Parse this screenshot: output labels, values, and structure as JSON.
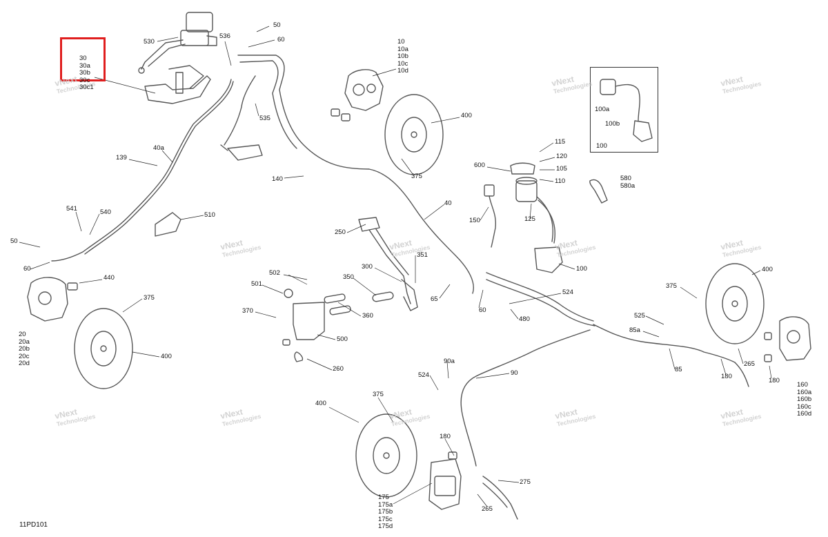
{
  "diagram": {
    "id_label": "11PD101",
    "highlight_color": "#e01e1e",
    "watermark": {
      "line1": "vNext",
      "line2": "Technologies",
      "color": "#c8c8c8"
    },
    "callouts": {
      "c30": "30\n30a\n30b\n30c\n30c1",
      "c530": "530",
      "c536": "536",
      "c50a": "50",
      "c60a": "60",
      "c535": "535",
      "c10": "10\n10a\n10b\n10c\n10d",
      "c400a": "400",
      "c375a": "375",
      "c100a": "100a",
      "c100b": "100b",
      "c100": "100",
      "c139": "139",
      "c40a": "40a",
      "c140": "140",
      "c115": "115",
      "c120": "120",
      "c105": "105",
      "c110": "110",
      "c600": "600",
      "c580": "580\n580a",
      "c40": "40",
      "c150": "150",
      "c125": "125",
      "c100c": "100",
      "c541": "541",
      "c540": "540",
      "c510": "510",
      "c50b": "50",
      "c60b": "60",
      "c250": "250",
      "c300": "300",
      "c351": "351",
      "c350": "350",
      "c65": "65",
      "c60c": "60",
      "c502": "502",
      "c501": "501",
      "c440": "440",
      "c375b": "375",
      "c20": "20\n20a\n20b\n20c\n20d",
      "c400b": "400",
      "c370": "370",
      "c360": "360",
      "c500": "500",
      "c260": "260",
      "c524a": "524",
      "c480": "480",
      "c375c": "375",
      "c400c": "400",
      "c525": "525",
      "c85a": "85a",
      "c85": "85",
      "c265a": "265",
      "c180a": "180",
      "c180b": "180",
      "c160": "160\n160a\n160b\n160c\n160d",
      "c90a": "90a",
      "c524b": "524",
      "c90": "90",
      "c375d": "375",
      "c400d": "400",
      "c180c": "180",
      "c275": "275",
      "c265b": "265",
      "c175": "175\n175a\n175b\n175c\n175d"
    }
  }
}
